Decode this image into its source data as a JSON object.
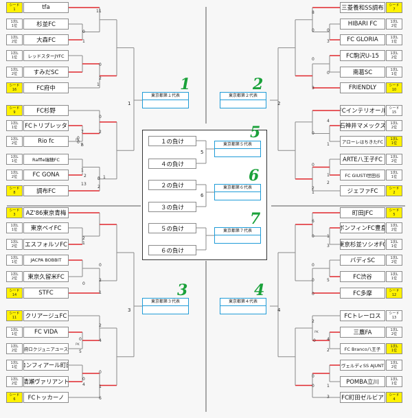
{
  "seed_label": "シード",
  "left_top": [
    {
      "seed": {
        "line1": "シード",
        "line2": "1",
        "gold": true
      },
      "team": "tfa"
    },
    {
      "seed": {
        "line1": "1次L",
        "line2": "1位",
        "gold": false
      },
      "team": "杉並FC"
    },
    {
      "seed": {
        "line1": "1次L",
        "line2": "2位",
        "gold": false
      },
      "team": "大森FC"
    },
    {
      "seed": {
        "line1": "1次L",
        "line2": "1位",
        "gold": false
      },
      "team": "レッドスターJYFC"
    },
    {
      "seed": {
        "line1": "1次L",
        "line2": "2位",
        "gold": false
      },
      "team": "すみだSC"
    },
    {
      "seed": {
        "line1": "シード",
        "line2": "16",
        "gold": true
      },
      "team": "FC府中"
    },
    {
      "seed": {
        "line1": "シード",
        "line2": "9",
        "gold": true
      },
      "team": "FC杉野"
    },
    {
      "seed": {
        "line1": "1次L",
        "line2": "1位",
        "gold": false
      },
      "team": "FCトリプレッタ"
    },
    {
      "seed": {
        "line1": "1次L",
        "line2": "2位",
        "gold": false
      },
      "team": "Rio fc"
    },
    {
      "seed": {
        "line1": "1次L",
        "line2": "1位",
        "gold": false
      },
      "team": "Raffle瑞穂FC"
    },
    {
      "seed": {
        "line1": "1次L",
        "line2": "2位",
        "gold": false
      },
      "team": "FC GONA"
    },
    {
      "seed": {
        "line1": "シード",
        "line2": "8",
        "gold": true
      },
      "team": "調布FC"
    }
  ],
  "left_bottom": [
    {
      "seed": {
        "line1": "シード",
        "line2": "3",
        "gold": true
      },
      "team": "AZ'86東京青梅"
    },
    {
      "seed": {
        "line1": "1次L",
        "line2": "1位",
        "gold": false
      },
      "team": "東京ベイFC"
    },
    {
      "seed": {
        "line1": "1次L",
        "line2": "2位",
        "gold": false
      },
      "team": "エスフォルソFC"
    },
    {
      "seed": {
        "line1": "1次L",
        "line2": "1位",
        "gold": false
      },
      "team": "JACPA BOBBIT"
    },
    {
      "seed": {
        "line1": "1次L",
        "line2": "2位",
        "gold": false
      },
      "team": "東京久留米FC"
    },
    {
      "seed": {
        "line1": "シード",
        "line2": "14",
        "gold": true
      },
      "team": "STFC"
    },
    {
      "seed": {
        "line1": "シード",
        "line2": "11",
        "gold": true
      },
      "team": "クリアージュFC"
    },
    {
      "seed": {
        "line1": "1次L",
        "line2": "1位",
        "gold": false
      },
      "team": "FC VIDA"
    },
    {
      "seed": {
        "line1": "1次L",
        "line2": "2位",
        "gold": false
      },
      "team": "府ロクジュニアユース"
    },
    {
      "seed": {
        "line1": "1次L",
        "line2": "1位",
        "gold": false
      },
      "team": "コンフィアール町田"
    },
    {
      "seed": {
        "line1": "1次L",
        "line2": "2位",
        "gold": false
      },
      "team": "清瀬ヴァリアント"
    },
    {
      "seed": {
        "line1": "シード",
        "line2": "6",
        "gold": true
      },
      "team": "FCトッカーノ"
    }
  ],
  "right_top": [
    {
      "seed": {
        "line1": "シード",
        "line2": "7",
        "gold": true
      },
      "team": "三菱養和SS調布"
    },
    {
      "seed": {
        "line1": "1次L",
        "line2": "2位",
        "gold": false
      },
      "team": "HIBARI FC"
    },
    {
      "seed": {
        "line1": "1次L",
        "line2": "1位",
        "gold": false
      },
      "team": "FC GLORIA"
    },
    {
      "seed": {
        "line1": "1次L",
        "line2": "2位",
        "gold": false
      },
      "team": "FC駒沢U-15"
    },
    {
      "seed": {
        "line1": "1次L",
        "line2": "1位",
        "gold": false
      },
      "team": "南葛SC"
    },
    {
      "seed": {
        "line1": "シード",
        "line2": "10",
        "gold": true
      },
      "team": "FRIENDLY"
    },
    {
      "seed": {
        "line1": "シード",
        "line2": "15",
        "gold": false
      },
      "team": "FCインテリオール"
    },
    {
      "seed": {
        "line1": "1次L",
        "line2": "2位",
        "gold": false
      },
      "team": "石神井マメックス"
    },
    {
      "seed": {
        "line1": "1次L",
        "line2": "1位",
        "gold": true
      },
      "team": "アローレはちきたFC"
    },
    {
      "seed": {
        "line1": "1次L",
        "line2": "2位",
        "gold": false
      },
      "team": "ARTE八王子FC"
    },
    {
      "seed": {
        "line1": "1次L",
        "line2": "1位",
        "gold": false
      },
      "team": "FC GIUSTI世田谷"
    },
    {
      "seed": {
        "line1": "シード",
        "line2": "2",
        "gold": true
      },
      "team": "ジェファFC"
    }
  ],
  "right_bottom": [
    {
      "seed": {
        "line1": "シード",
        "line2": "5",
        "gold": true
      },
      "team": "町田JFC"
    },
    {
      "seed": {
        "line1": "1次L",
        "line2": "2位",
        "gold": false
      },
      "team": "ボンフィンFC豊島"
    },
    {
      "seed": {
        "line1": "1次L",
        "line2": "1位",
        "gold": false
      },
      "team": "東京杉並ソシオFC"
    },
    {
      "seed": {
        "line1": "1次L",
        "line2": "2位",
        "gold": false
      },
      "team": "バディSC"
    },
    {
      "seed": {
        "line1": "1次L",
        "line2": "1位",
        "gold": false
      },
      "team": "FC渋谷"
    },
    {
      "seed": {
        "line1": "シード",
        "line2": "12",
        "gold": true
      },
      "team": "FC多摩"
    },
    {
      "seed": {
        "line1": "シード",
        "line2": "13",
        "gold": false
      },
      "team": "FCトレーロス"
    },
    {
      "seed": {
        "line1": "1次L",
        "line2": "2位",
        "gold": false
      },
      "team": "三鷹FA"
    },
    {
      "seed": {
        "line1": "1次L",
        "line2": "1位",
        "gold": true
      },
      "team": "FC Branco八王子"
    },
    {
      "seed": {
        "line1": "1次L",
        "line2": "2位",
        "gold": false
      },
      "team": "ヴェルディSS AJUNT"
    },
    {
      "seed": {
        "line1": "1次L",
        "line2": "1位",
        "gold": false
      },
      "team": "POMBA立川"
    },
    {
      "seed": {
        "line1": "シード",
        "line2": "4",
        "gold": true
      },
      "team": "FC町田ゼルビア"
    }
  ],
  "representatives": [
    {
      "label": "東京都第１代表",
      "number": "1"
    },
    {
      "label": "東京都第２代表",
      "number": "2"
    },
    {
      "label": "東京都第３代表",
      "number": "3"
    },
    {
      "label": "東京都第４代表",
      "number": "4"
    },
    {
      "label": "東京都第５代表",
      "number": "5"
    },
    {
      "label": "東京都第６代表",
      "number": "6"
    },
    {
      "label": "東京都第７代表",
      "number": "7"
    }
  ],
  "consolation": [
    {
      "label": "１の負け"
    },
    {
      "label": "４の負け"
    },
    {
      "label": "２の負け"
    },
    {
      "label": "３の負け"
    },
    {
      "label": "５の負け"
    },
    {
      "label": "６の負け"
    }
  ],
  "match_numbers": [
    "1",
    "2",
    "3",
    "4",
    "5",
    "6"
  ],
  "pk_label": "PK",
  "scores": {
    "lt": [
      "11",
      "0",
      "1",
      "0",
      "2",
      "1",
      "0",
      "2",
      "7",
      "0",
      "6",
      "0",
      "PK",
      "7",
      "1",
      "1",
      "0",
      "2",
      "2",
      "3",
      "3",
      "1"
    ],
    "lb": [
      "2",
      "1",
      "0",
      "2",
      "0",
      "1",
      "2",
      "4",
      "0",
      "PK",
      "5",
      "0",
      "0",
      "4",
      "1",
      "6"
    ],
    "rt": [
      "8",
      "0",
      "0",
      "3",
      "0",
      "0",
      "3",
      "4",
      "0",
      "1",
      "0",
      "1",
      "2",
      "2",
      "1"
    ],
    "rb": [
      "6",
      "0",
      "1",
      "3",
      "0",
      "0",
      "5",
      "0",
      "2",
      "PK",
      "0",
      "4",
      "2",
      "0",
      "0",
      "1",
      "3"
    ]
  },
  "colors": {
    "win": "#e0262b",
    "lose": "#8a8a8a",
    "seed_gold": "#fff200",
    "rep_border": "#1e9bd7",
    "rep_number": "#1aa13a"
  }
}
